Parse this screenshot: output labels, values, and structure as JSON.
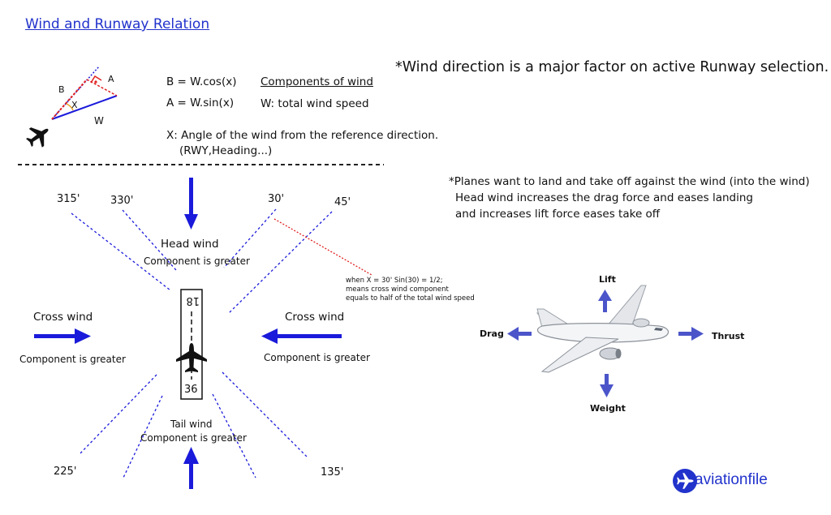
{
  "title": "Wind and Runway Relation",
  "main_note": "*Wind direction is a major factor on active Runway selection.",
  "vector_diagram": {
    "label_b": "B",
    "label_a": "A",
    "label_x": "X",
    "label_w": "W"
  },
  "formulas": {
    "b_formula": "B = W.cos(x)",
    "a_formula": "A = W.sin(x)",
    "components_heading": "Components of wind",
    "w_definition": "W: total wind speed",
    "x_definition_line1": "X: Angle of the wind from the reference direction.",
    "x_definition_line2": "(RWY,Heading...)"
  },
  "landing_note": {
    "line1": "*Planes want to land and take off against the wind (into the wind)",
    "line2": "Head wind increases the drag force and eases landing",
    "line3": "and increases lift force eases take off"
  },
  "angles": {
    "a315": "315'",
    "a330": "330'",
    "a30": "30'",
    "a45": "45'",
    "a225": "225'",
    "a135": "135'"
  },
  "runway": {
    "north_number": "18",
    "south_number": "36"
  },
  "wind_labels": {
    "head_title": "Head wind",
    "head_sub": "Component is greater",
    "cross_left_title": "Cross wind",
    "cross_left_sub": "Component is greater",
    "cross_right_title": "Cross wind",
    "cross_right_sub": "Component is greater",
    "tail_title": "Tail wind",
    "tail_sub": "Component is greater"
  },
  "cross_note": {
    "line1": "when X = 30'  Sin(30) = 1/2;",
    "line2": "means cross wind component",
    "line3": "equals to half of the total wind speed"
  },
  "forces": {
    "lift": "Lift",
    "drag": "Drag",
    "thrust": "Thrust",
    "weight": "Weight"
  },
  "logo": {
    "text": "aviationfile"
  },
  "colors": {
    "accent_blue": "#1a1adb",
    "title_blue": "#2233cc",
    "dash_red": "#e02020",
    "force_arrow": "#4b55c9"
  }
}
